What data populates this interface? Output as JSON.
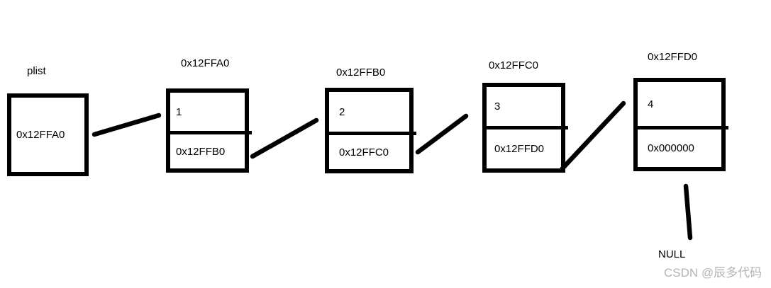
{
  "diagram": {
    "pointer": {
      "label": "plist",
      "value": "0x12FFA0"
    },
    "nodes": [
      {
        "address": "0x12FFA0",
        "value": "1",
        "next": "0x12FFB0"
      },
      {
        "address": "0x12FFB0",
        "value": "2",
        "next": "0x12FFC0"
      },
      {
        "address": "0x12FFC0",
        "value": "3",
        "next": "0x12FFD0"
      },
      {
        "address": "0x12FFD0",
        "value": "4",
        "next": "0x000000"
      }
    ],
    "terminator": "NULL"
  },
  "watermark": "CSDN @辰多代码",
  "colors": {
    "stroke": "#000000",
    "background": "#ffffff",
    "watermark": "#b3b3b3"
  }
}
